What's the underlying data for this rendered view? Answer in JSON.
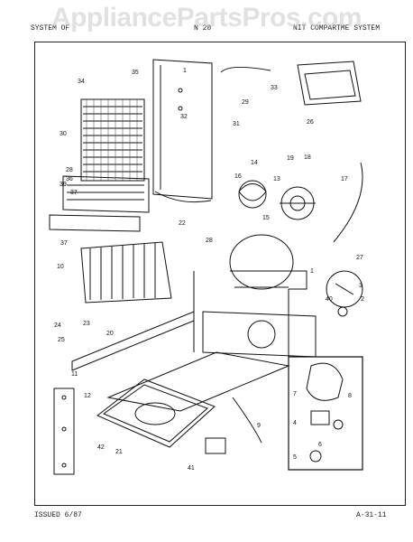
{
  "watermark": "AppliancePartsPros.com",
  "header": {
    "left": "SYSTEM OF",
    "center": "N 20",
    "right": "NIT COMPARTME  SYSTEM"
  },
  "footer": {
    "issued": "ISSUED 6/87",
    "page_code": "A-31-11"
  },
  "callouts": [
    "34",
    "35",
    "1",
    "29",
    "33",
    "26",
    "30",
    "32",
    "31",
    "28",
    "39",
    "36",
    "37",
    "14",
    "16",
    "19",
    "18",
    "13",
    "17",
    "15",
    "22",
    "28",
    "37",
    "27",
    "10",
    "1",
    "3",
    "40",
    "2",
    "24",
    "23",
    "25",
    "20",
    "11",
    "12",
    "9",
    "7",
    "8",
    "4",
    "6",
    "5",
    "42",
    "21",
    "41"
  ]
}
